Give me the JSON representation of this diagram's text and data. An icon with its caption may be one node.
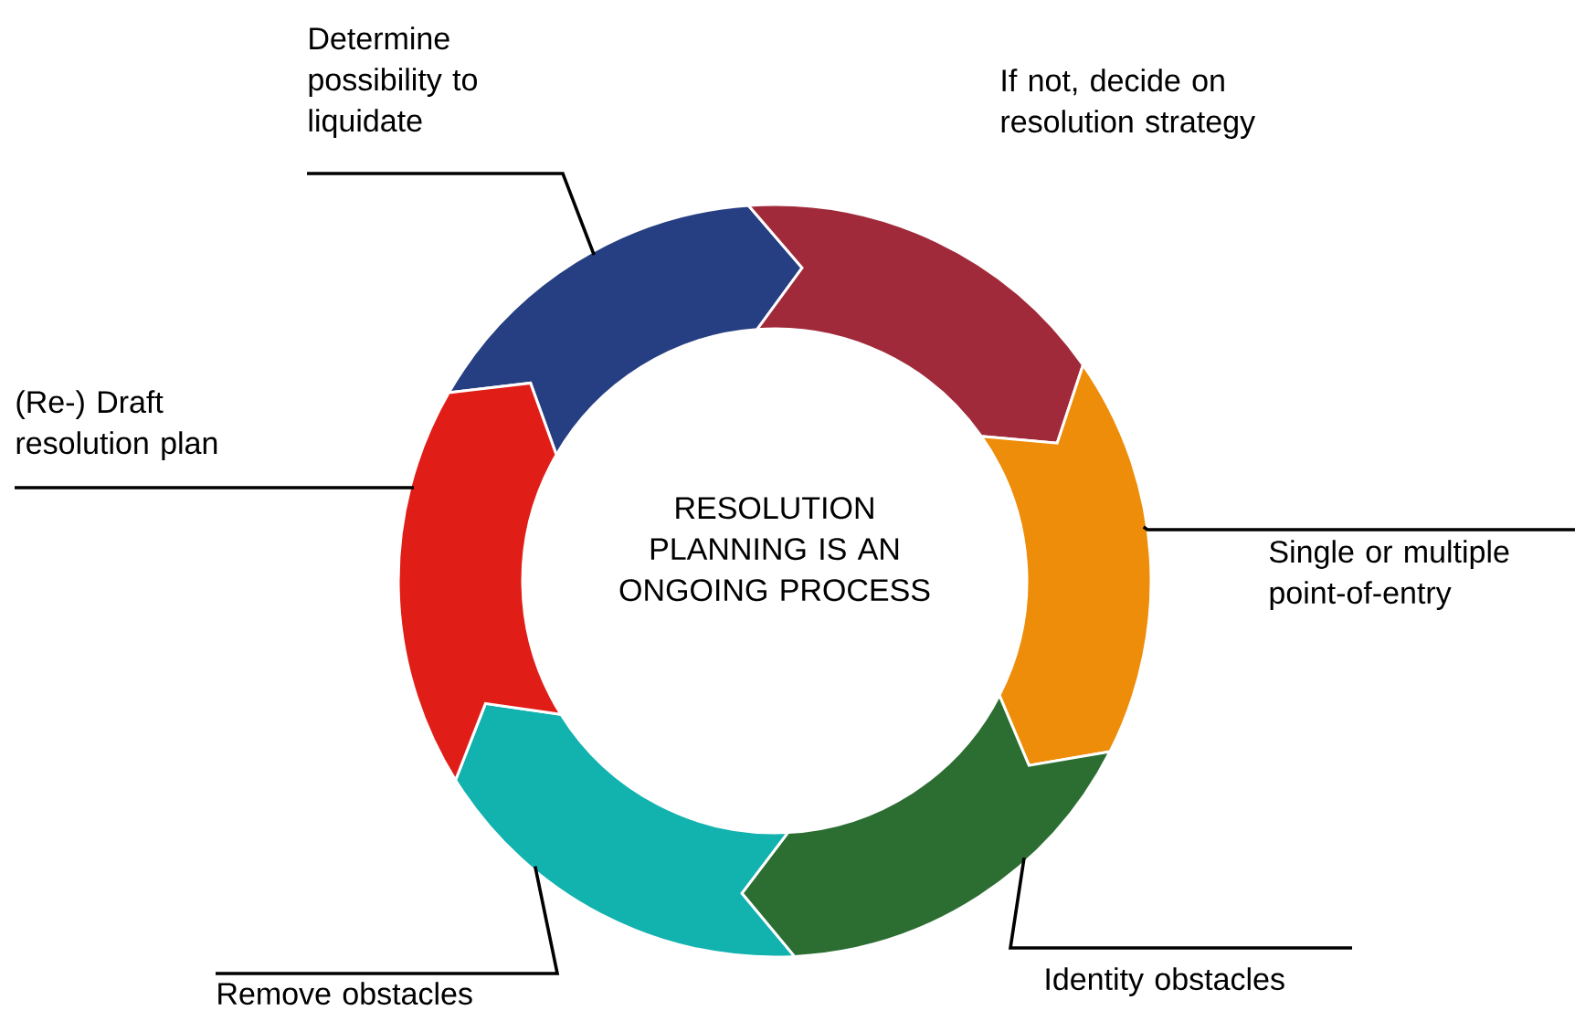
{
  "diagram": {
    "nodes": [
      {
        "text": [
          "Determine possibility to liquidate"
        ]
      },
      {
        "text": [
          "(Re-) Draft resolution plan"
        ]
      },
      {
        "text": [
          "Single or multiple point-of-entry"
        ]
      },
      {
        "text": [
          "Identity obstacles"
        ]
      },
      {
        "text": [
          "Remove obstacles"
        ]
      },
      {
        "text": [],
        "shape": "arrow"
      },
      {
        "text": [],
        "shape": "arrow"
      },
      {
        "text": [],
        "shape": "arrow"
      },
      {
        "text": [],
        "shape": "arrow"
      },
      {
        "text": [],
        "shape": "arrow"
      },
      {
        "text": [],
        "shape": "arrow"
      }
    ],
    "edges": [
      {
        "from": 0,
        "to": 5,
        "arrow": "none"
      },
      {
        "from": 1,
        "to": 10,
        "arrow": "none"
      },
      {
        "from": 2,
        "to": 7,
        "arrow": "none"
      },
      {
        "from": 3,
        "to": 8,
        "arrow": "none"
      },
      {
        "from": 4,
        "to": 9,
        "arrow": "none"
      }
    ],
    "labels": [
      "If not, decide on resolution strategy",
      "RESOLUTION PLANNING IS AN ONGOING PROCESS"
    ]
  }
}
